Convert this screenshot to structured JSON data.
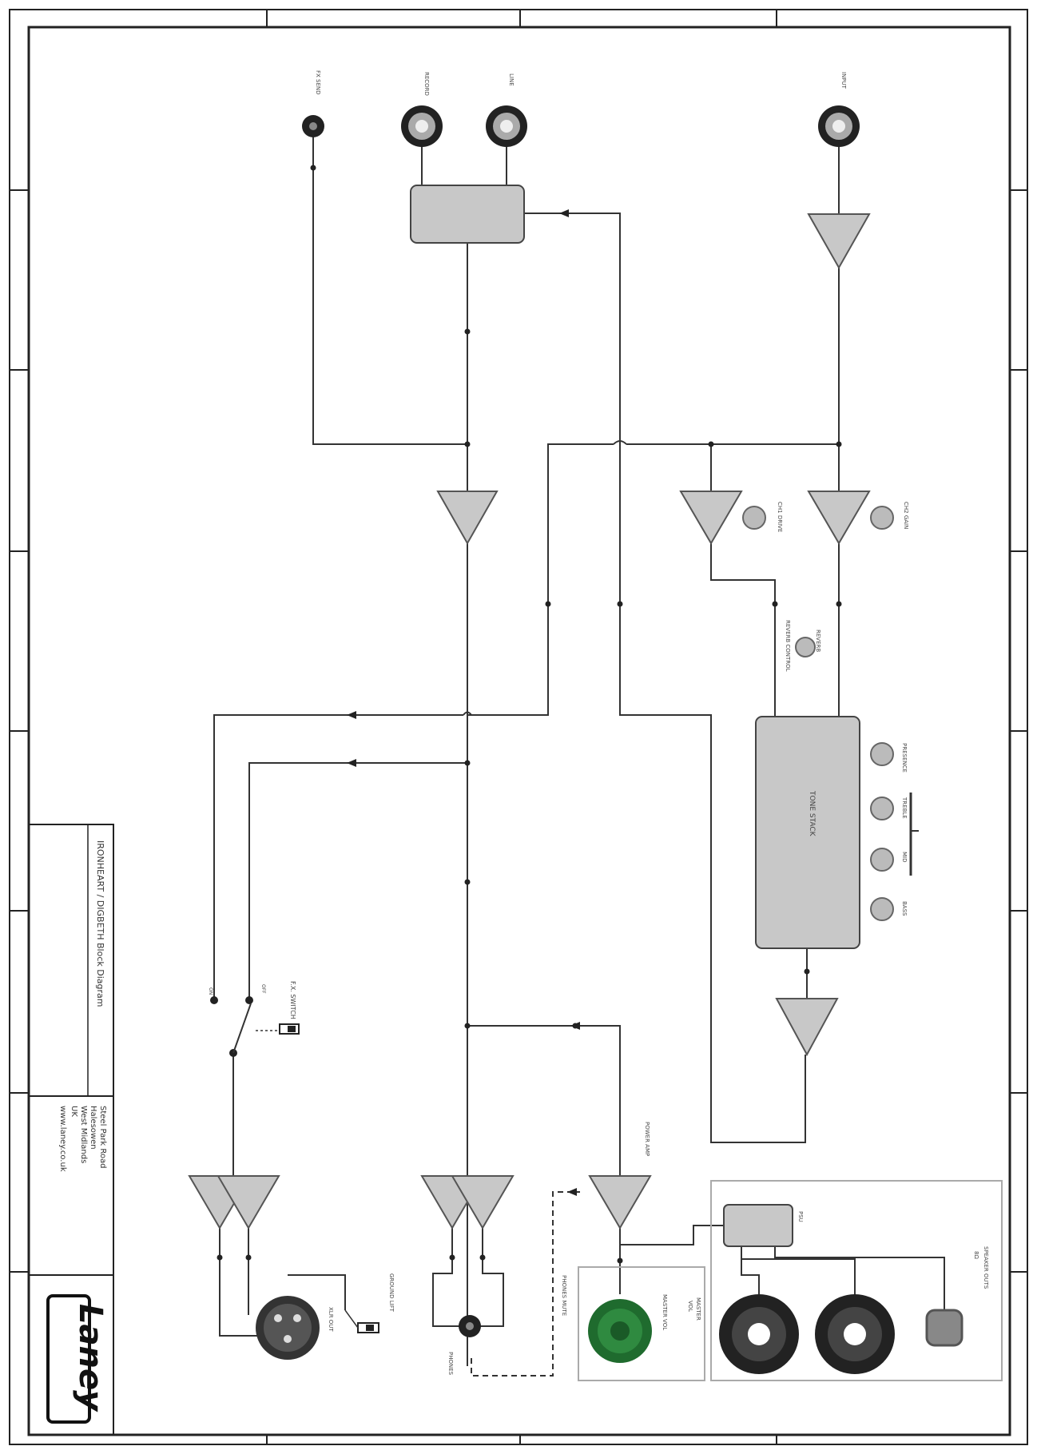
{
  "title_block": {
    "drawing_title": "IRONHEART / DIGBETH Block Diagram",
    "address_lines": [
      "Steel Park Road",
      "Halesowen",
      "West Midlands",
      "UK"
    ],
    "website": "www.laney.co.uk",
    "logo": "Laney"
  },
  "labels": {
    "jack_top_left": "FX SEND",
    "jack_top_mid1": "RECORD",
    "jack_top_mid2": "LINE",
    "jack_top_right": "INPUT",
    "ch1_drive": "CH1 DRIVE",
    "ch2_gain": "CH2 GAIN",
    "reverb": "REVERB",
    "reverb_note": "REVERB CONTROL",
    "tone_stack": "TONE STACK",
    "tone_knobs": [
      "BASS",
      "MID",
      "TREBLE",
      "PRESENCE"
    ],
    "fx_switch": "F.X. SWITCH",
    "switch_on": "ON",
    "switch_off": "OFF",
    "power_amp": "POWER AMP",
    "xlr_out": "XLR OUT",
    "ground_lift": "GROUND LIFT",
    "phones": "PHONES",
    "phones_note": "PHONES MUTE",
    "master_vol": "MASTER VOL",
    "master": "MASTER",
    "master_sub": "VOL",
    "speaker_outs": "SPEAKER OUTS",
    "speaker_sub": "8Ω",
    "psu": "PSU"
  },
  "colors": {
    "component_fill": "#c8c8c8",
    "line": "#333333",
    "master_knob": "#1f6b2e",
    "background": "#ffffff"
  }
}
